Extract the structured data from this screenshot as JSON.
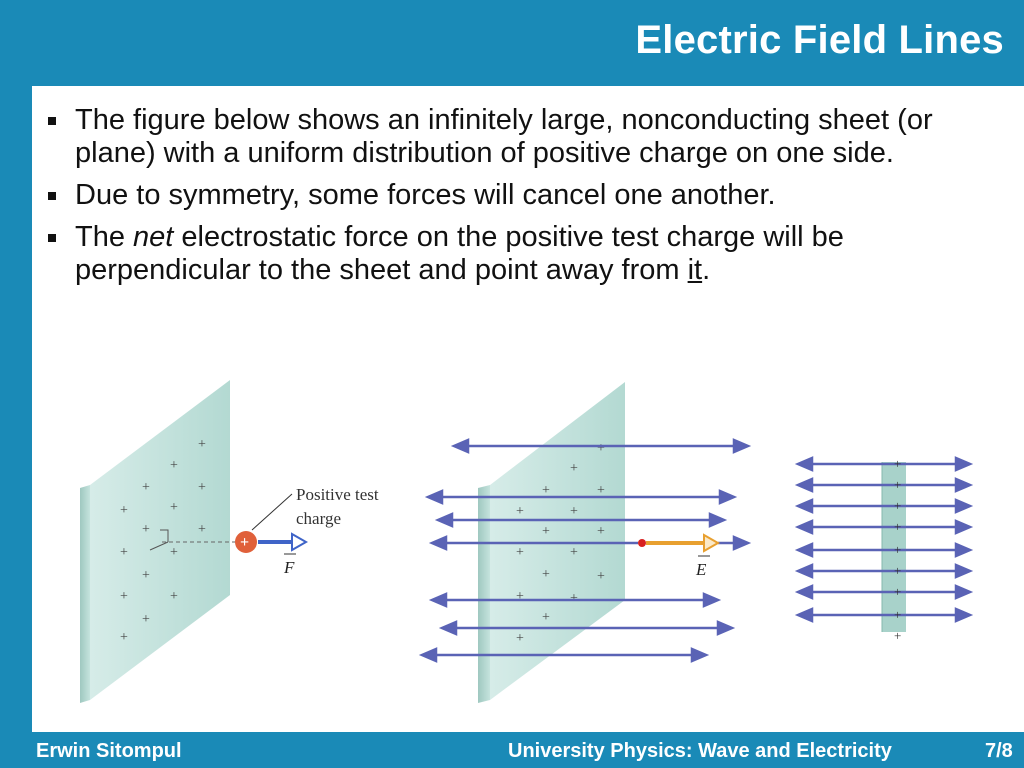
{
  "title": "Electric Field Lines",
  "bullets": [
    {
      "text": "The figure below shows an infinitely large, nonconducting sheet (or plane) with a uniform distribution of positive charge on one side."
    },
    {
      "text": "Due to symmetry, some forces will cancel one another."
    },
    {
      "pre": "The ",
      "emph": "net",
      "mid": " electrostatic force on the positive test charge will be perpendicular to the sheet and point away from ",
      "underlined": "it",
      "post": "."
    }
  ],
  "figure": {
    "label_positive_test": "Positive test",
    "label_charge": "charge",
    "label_force": "F",
    "label_field": "E",
    "plus_sign": "+"
  },
  "colors": {
    "frame": "#1a8ab7",
    "field_line": "#5a63b5",
    "sheet": "#bfe0da",
    "test_charge": "#e0603a",
    "field_arrow": "#e8a030",
    "force_arrow": "#3f64c8"
  },
  "footer": {
    "author": "Erwin Sitompul",
    "course": "University Physics: Wave and Electricity",
    "page": "7/8"
  }
}
